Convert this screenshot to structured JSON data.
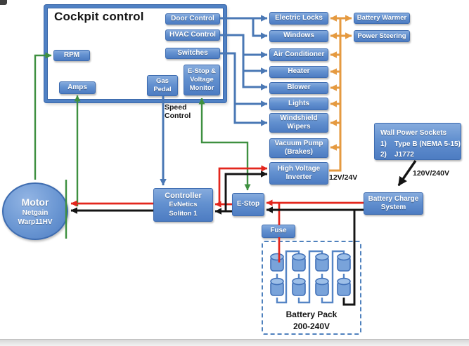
{
  "cockpit": {
    "title": "Cockpit control"
  },
  "nodes": {
    "rpm": "RPM",
    "amps": "Amps",
    "door_control": "Door Control",
    "hvac_control": "HVAC Control",
    "switches": "Switches",
    "estop_voltage_monitor": "E-Stop &\nVoltage\nMonitor",
    "gas_pedal": "Gas\nPedal",
    "electric_locks": "Electric Locks",
    "windows": "Windows",
    "air_conditioner": "Air Conditioner",
    "heater": "Heater",
    "blower": "Blower",
    "lights": "Lights",
    "windshield_wipers": "Windshield\nWipers",
    "vacuum_pump": "Vacuum Pump\n(Brakes)",
    "hv_inverter": "High Voltage\nInverter",
    "battery_warmer": "Battery Warmer",
    "power_steering": "Power Steering",
    "wall_power_sockets": "Wall Power Sockets\n1)    Type B (NEMA 5-15)\n2)    J1772",
    "battery_charge_system": "Battery Charge\nSystem",
    "estop": "E-Stop",
    "fuse": "Fuse",
    "controller_title": "Controller",
    "controller_sub": "EvNetics\nSoliton 1",
    "motor_title": "Motor",
    "motor_sub": "Netgain\nWarp11HV",
    "battery_pack_label": "Battery Pack\n200-240V"
  },
  "annotations": {
    "speed_control": "Speed\nControl",
    "inverter_voltage": "12V/24V",
    "wall_voltage": "120V/240V"
  },
  "colors": {
    "node_fill_top": "#86abdd",
    "node_fill_bottom": "#4d7cc2",
    "node_border": "#3e6cb0",
    "wire_blue": "#4a78b5",
    "wire_orange": "#e59a40",
    "wire_green": "#3e9040",
    "wire_red": "#e3261d",
    "wire_black": "#141414",
    "pack_border": "#4f81bd"
  }
}
